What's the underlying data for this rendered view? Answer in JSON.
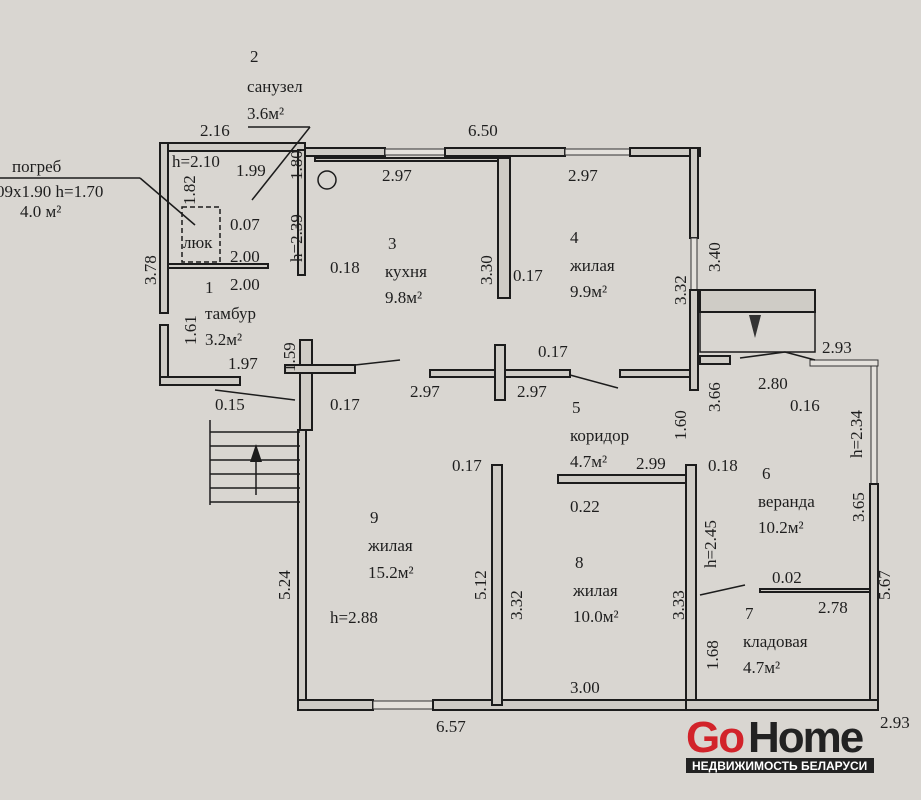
{
  "rooms": [
    {
      "number": "1",
      "name": "тамбур",
      "area": "3.2м²"
    },
    {
      "number": "2",
      "name": "санузел",
      "area": "3.6м²"
    },
    {
      "number": "3",
      "name": "кухня",
      "area": "9.8м²"
    },
    {
      "number": "4",
      "name": "жилая",
      "area": "9.9м²"
    },
    {
      "number": "5",
      "name": "коридор",
      "area": "4.7м²"
    },
    {
      "number": "6",
      "name": "веранда",
      "area": "10.2м²"
    },
    {
      "number": "7",
      "name": "кладовая",
      "area": "4.7м²"
    },
    {
      "number": "8",
      "name": "жилая",
      "area": "10.0м²"
    },
    {
      "number": "9",
      "name": "жилая",
      "area": "15.2м²"
    }
  ],
  "cellar": {
    "name": "погреб",
    "dims": "09x1.90  h=1.70",
    "area": "4.0 м²",
    "hatch": "люк"
  },
  "heights": {
    "room9": "h=2.88",
    "sanuzel": "h=2.10",
    "kitchen": "h=2.39",
    "veranda": "h=2.34",
    "storage": "h=2.45"
  },
  "dims": {
    "top_216": "2.16",
    "top_650": "6.50",
    "d199": "1.99",
    "k297": "2.97",
    "l297": "2.97",
    "d007": "0.07",
    "d200a": "2.00",
    "d200b": "2.00",
    "d018k": "0.18",
    "d197": "1.97",
    "d015": "0.15",
    "d017a": "0.17",
    "c297a": "2.97",
    "c297b": "2.97",
    "d017b": "0.17",
    "d293": "2.93",
    "d280": "2.80",
    "d016": "0.16",
    "d017c": "0.17",
    "d299": "2.99",
    "d018v": "0.18",
    "d022": "0.22",
    "d002": "0.02",
    "d278": "2.78",
    "d300": "3.00",
    "d657": "6.57",
    "d293b": "2.93",
    "v182": "1.82",
    "v180": "1.80",
    "v378": "3.78",
    "v161": "1.61",
    "v159": "1.59",
    "v330": "3.30",
    "v017": "0.17",
    "v332a": "3.32",
    "v340": "3.40",
    "v160": "1.60",
    "v366": "3.66",
    "v365": "3.65",
    "v524": "5.24",
    "v512": "5.12",
    "v332b": "3.32",
    "v333": "3.33",
    "v567": "5.67",
    "v168": "1.68"
  },
  "logo": {
    "brand_go": "Go",
    "brand_home": "Home",
    "tagline": "НЕДВИЖИМОСТЬ БЕЛАРУСИ"
  },
  "colors": {
    "paper": "#d9d6d1",
    "ink": "#1c1c1c",
    "brand_red": "#d2232a"
  }
}
